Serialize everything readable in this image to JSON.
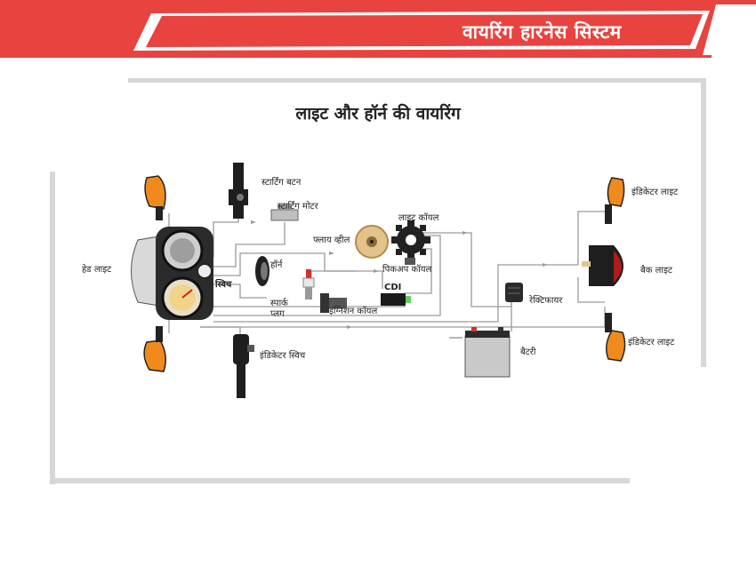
{
  "header": {
    "title": "वायरिंग हारनेस सिस्टम"
  },
  "diagram": {
    "title": "लाइट और हॉर्न की वायरिंग",
    "labels": {
      "starting_button": "स्टार्टिंग बटन",
      "starting_motor": "स्टार्टिंग मोटर",
      "light_coil": "लाइट कॉयल",
      "flywheel": "फ्लाय व्हील",
      "pickup_coil": "पिकअप कॉयल",
      "head_light": "हेड लाइट",
      "horn": "हॉर्न",
      "switch": "स्विच",
      "spark_plug_1": "स्पार्क",
      "spark_plug_2": "प्लग",
      "cdi": "CDI",
      "ignition_coil": "इग्निशन कॉयल",
      "rectifier": "रेक्टिफायर",
      "battery": "बैटरी",
      "indicator_switch": "इंडिकेटर स्विच",
      "indicator_light_top": "इंडिकेटर लाइट",
      "back_light": "बैक लाइट",
      "indicator_light_bottom": "इंडिकेटर लाइट"
    }
  },
  "colors": {
    "banner_red": "#e8433f",
    "indicator_orange": "#f08a1c",
    "back_light_red": "#b01c1c",
    "wire": "#9a9a9a",
    "frame": "#d7d7d7"
  }
}
